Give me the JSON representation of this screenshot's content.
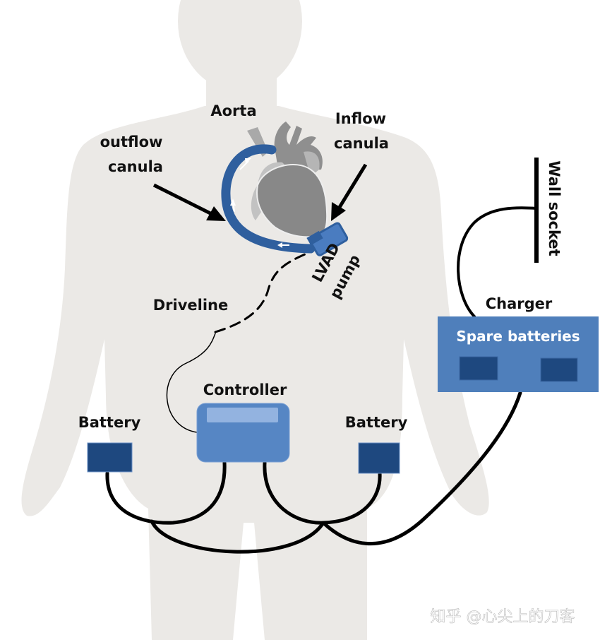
{
  "labels": {
    "aorta": "Aorta",
    "outflow_line1": "outflow",
    "outflow_line2": "canula",
    "inflow_line1": "Inflow",
    "inflow_line2": "canula",
    "wall_socket": "Wall socket",
    "lvad_line1": "LVAD",
    "lvad_line2": "pump",
    "driveline": "Driveline",
    "charger": "Charger",
    "spare_batteries": "Spare batteries",
    "controller": "Controller",
    "battery_left": "Battery",
    "battery_right": "Battery"
  },
  "watermark": "知乎 @心尖上的刀客",
  "colors": {
    "silhouette": "#ebe9e6",
    "device_blue": "#4f7fbb",
    "battery_dark": "#1e487f",
    "controller_blue": "#5686c4",
    "controller_screen": "#93b3e0",
    "cannula_blue": "#2f5f9e",
    "heart_gray": "#8a8a8a",
    "cable": "#000000"
  }
}
